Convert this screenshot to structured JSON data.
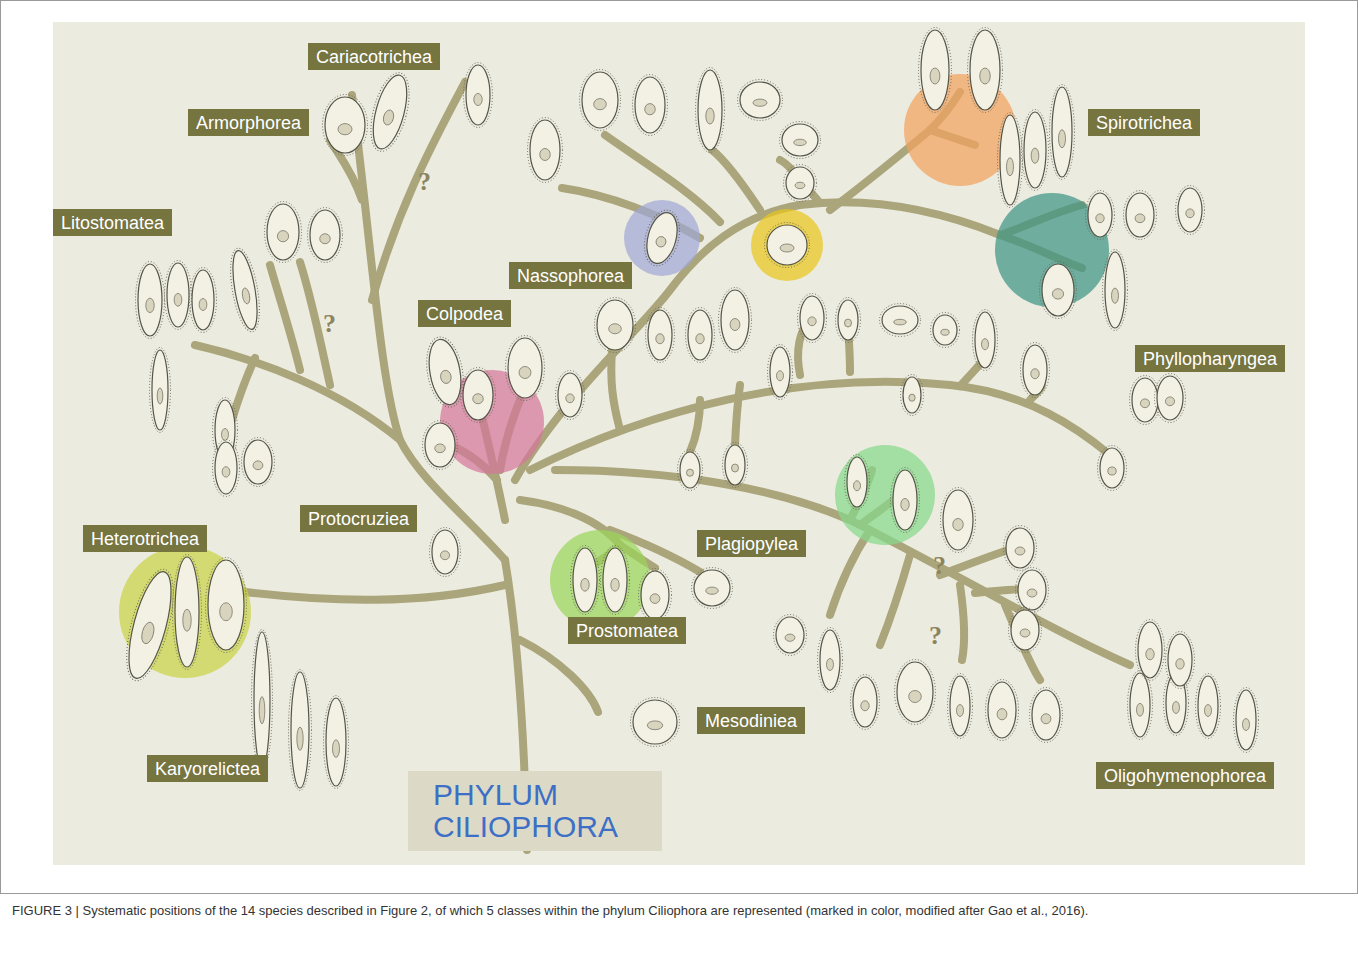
{
  "diagram": {
    "caption": "FIGURE 3 | Systematic positions of the 14 species described in Figure 2, of which 5 classes within the phylum Ciliophora are represented (marked in color, modified after Gao et al., 2016).",
    "nodes": [
      {
        "text": [
          "Cariacotrichea"
        ]
      },
      {
        "text": [
          "Armorphorea"
        ]
      },
      {
        "text": [
          "Spirotrichea"
        ]
      },
      {
        "text": [
          "Litostomatea"
        ]
      },
      {
        "text": [
          "Nassophorea"
        ]
      },
      {
        "text": [
          "Colpodea"
        ]
      },
      {
        "text": [
          "Phyllopharyngea"
        ]
      },
      {
        "text": [
          "Protocruziea"
        ]
      },
      {
        "text": [
          "Heterotrichea"
        ]
      },
      {
        "text": [
          "Plagiopylea"
        ]
      },
      {
        "text": [
          "Prostomatea"
        ]
      },
      {
        "text": [
          "Mesodiniea"
        ]
      },
      {
        "text": [
          "Karyorelictea"
        ]
      },
      {
        "text": [
          "Oligohymenophorea"
        ]
      },
      {
        "text": [
          "PHYLUM CILIOPHORA"
        ]
      }
    ],
    "labels": [
      "?",
      "?",
      "?",
      "?"
    ]
  }
}
